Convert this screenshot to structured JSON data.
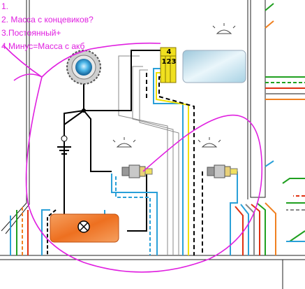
{
  "annotations": [
    "1.",
    "2. Масса с концевиков?",
    "3.Постоянный+",
    "4.Минус=Масса   с акб"
  ],
  "connector_pins": [
    "1",
    "2",
    "3",
    "4"
  ],
  "colors": {
    "annotation": "#e020e0",
    "connector": "#f0e020",
    "lens": "#b8dcec",
    "lamp_body": "#f07828",
    "wire_blue": "#2aa0d8",
    "wire_yellow": "#f0e000",
    "wire_green": "#20a020",
    "wire_orange": "#f08020",
    "wire_red": "#e03010",
    "wire_gray": "#888888",
    "wire_black": "#000000"
  },
  "icons": [
    "ceiling-light-icon",
    "ceiling-light-icon",
    "ceiling-light-icon",
    "lamp-bulb-icon",
    "switch-knob-icon",
    "ground-symbol-icon",
    "door-switch-icon",
    "door-switch-icon"
  ]
}
